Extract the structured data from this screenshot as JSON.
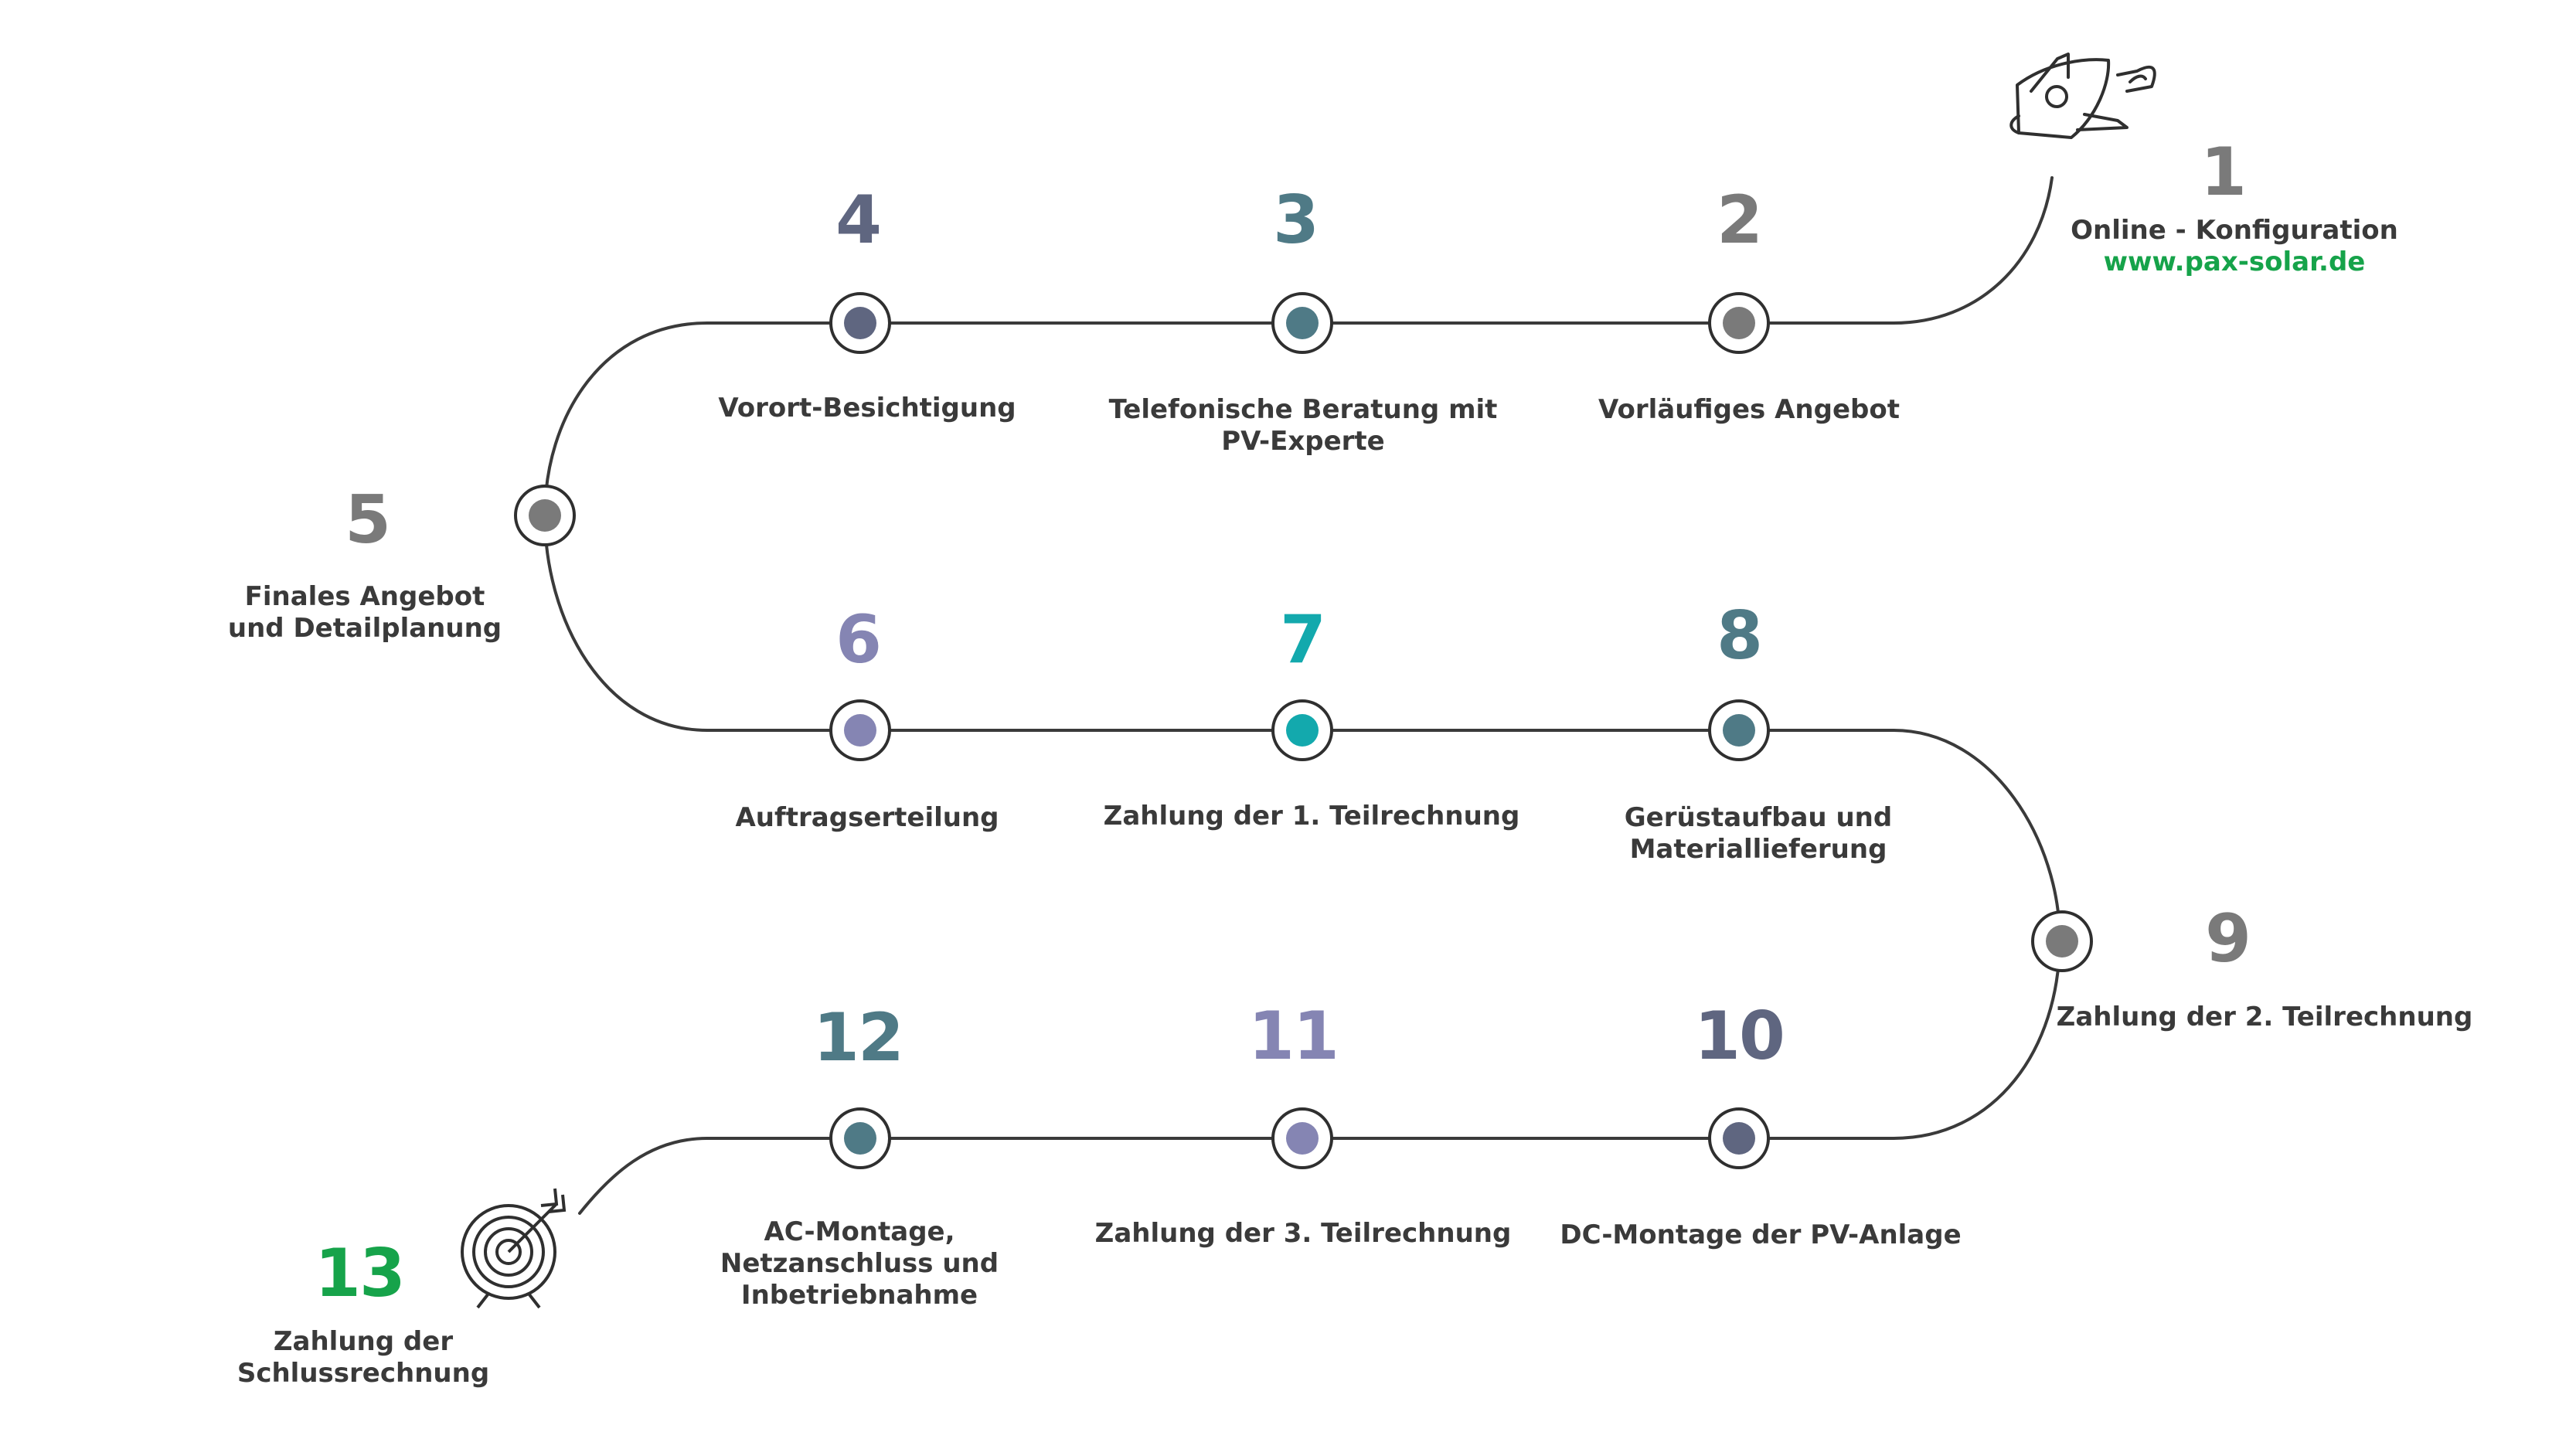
{
  "colors": {
    "line": "#3a3a3a",
    "ring": "#2f2f2f",
    "label": "#3a3a3a",
    "accent_green": "#16a34a"
  },
  "icons": {
    "start": "rocket-icon",
    "end": "target-icon"
  },
  "steps": [
    {
      "number": "1",
      "lines": [
        "Online - Konfiguration"
      ],
      "link": "www.pax-solar.de",
      "color": "#7a7a7a"
    },
    {
      "number": "2",
      "lines": [
        "Vorläufiges Angebot"
      ],
      "color": "#7a7a7a"
    },
    {
      "number": "3",
      "lines": [
        "Telefonische Beratung mit",
        "PV-Experte"
      ],
      "color": "#4f7a86"
    },
    {
      "number": "4",
      "lines": [
        "Vorort-Besichtigung"
      ],
      "color": "#5f6680"
    },
    {
      "number": "5",
      "lines": [
        "Finales Angebot",
        "und Detailplanung"
      ],
      "color": "#7a7a7a"
    },
    {
      "number": "6",
      "lines": [
        "Auftragserteilung"
      ],
      "color": "#8585b3"
    },
    {
      "number": "7",
      "lines": [
        "Zahlung der 1. Teilrechnung"
      ],
      "color": "#13a9ad"
    },
    {
      "number": "8",
      "lines": [
        "Gerüstaufbau und",
        "Materiallieferung"
      ],
      "color": "#4f7a86"
    },
    {
      "number": "9",
      "lines": [
        "Zahlung der 2. Teilrechnung"
      ],
      "color": "#7a7a7a"
    },
    {
      "number": "10",
      "lines": [
        "DC-Montage der PV-Anlage"
      ],
      "color": "#5f6680"
    },
    {
      "number": "11",
      "lines": [
        "Zahlung der 3. Teilrechnung"
      ],
      "color": "#8585b3"
    },
    {
      "number": "12",
      "lines": [
        "AC-Montage,",
        "Netzanschluss und",
        "Inbetriebnahme"
      ],
      "color": "#4f7a86"
    },
    {
      "number": "13",
      "lines": [
        "Zahlung der",
        "Schlussrechnung"
      ],
      "color": "#16a34a"
    }
  ]
}
